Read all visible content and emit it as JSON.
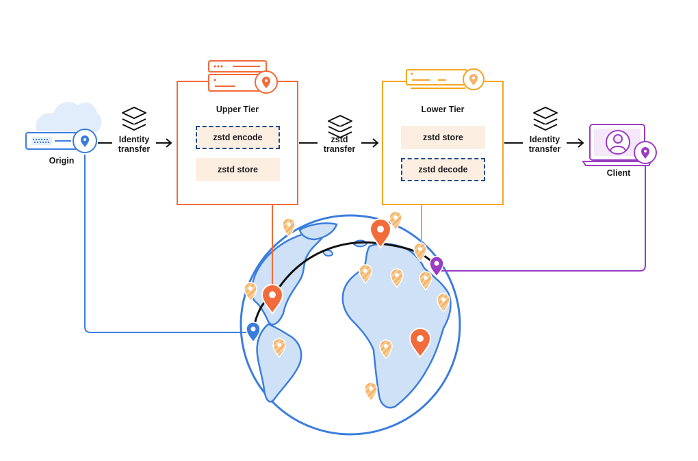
{
  "nodes": {
    "origin": {
      "label": "Origin"
    },
    "upper_tier": {
      "title": "Upper Tier",
      "ops": [
        "zstd encode",
        "zstd store"
      ]
    },
    "lower_tier": {
      "title": "Lower Tier",
      "ops": [
        "zstd store",
        "zstd decode"
      ]
    },
    "client": {
      "label": "Client"
    }
  },
  "edges": {
    "origin_to_upper": {
      "line1": "Identity",
      "line2": "transfer"
    },
    "upper_to_lower": {
      "line1": "zstd",
      "line2": "transfer"
    },
    "lower_to_client": {
      "line1": "Identity",
      "line2": "transfer"
    }
  },
  "colors": {
    "upper": "#f26b3a",
    "lower": "#f5a623",
    "origin": "#3b7ddd",
    "client": "#9b3cc1",
    "globe_land": "#cfe1f7",
    "globe_stroke": "#3b7ddd",
    "op_fill": "#fdeee2",
    "dash": "#1f4a8c"
  },
  "icons": [
    "cloud-icon",
    "server-icon",
    "location-pin-icon",
    "layers-icon",
    "laptop-icon",
    "user-icon",
    "globe-icon",
    "arrow-right-icon"
  ]
}
